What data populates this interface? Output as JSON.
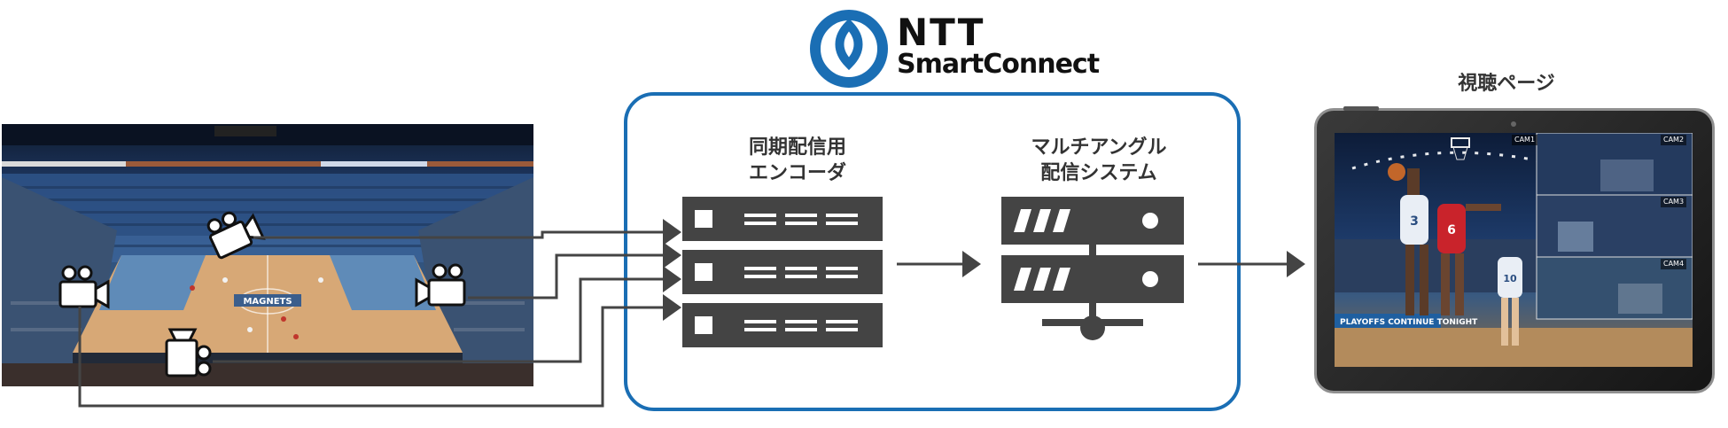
{
  "logo": {
    "brand_line1": "NTT",
    "brand_line2": "SmartConnect",
    "brand_color": "#1a6eb4"
  },
  "labels": {
    "encoder": [
      "同期配信用",
      "エンコーダ"
    ],
    "multi_angle_system": [
      "マルチアングル",
      "配信システム"
    ],
    "viewing_page": "視聴ページ"
  },
  "court_photo": {
    "scene": "basketball arena with 4 camera icons",
    "cameras": [
      "camera-icon",
      "camera-icon",
      "camera-icon",
      "camera-icon"
    ],
    "signage_text": "MAGNETS"
  },
  "devices": {
    "encoder_count": 3,
    "distribution_server_count": 2,
    "server_icon": "server-icon",
    "network_icon": "network-icon"
  },
  "tablet": {
    "cam_labels": [
      "CAM1",
      "CAM2",
      "CAM3",
      "CAM4"
    ],
    "signage_text": "PLAYOFFS CONTINUE TONIGHT"
  },
  "colors": {
    "server_fill": "#444444",
    "arrow_color": "#444444",
    "connector_line": "#444444",
    "box_border": "#1a6eb4"
  }
}
